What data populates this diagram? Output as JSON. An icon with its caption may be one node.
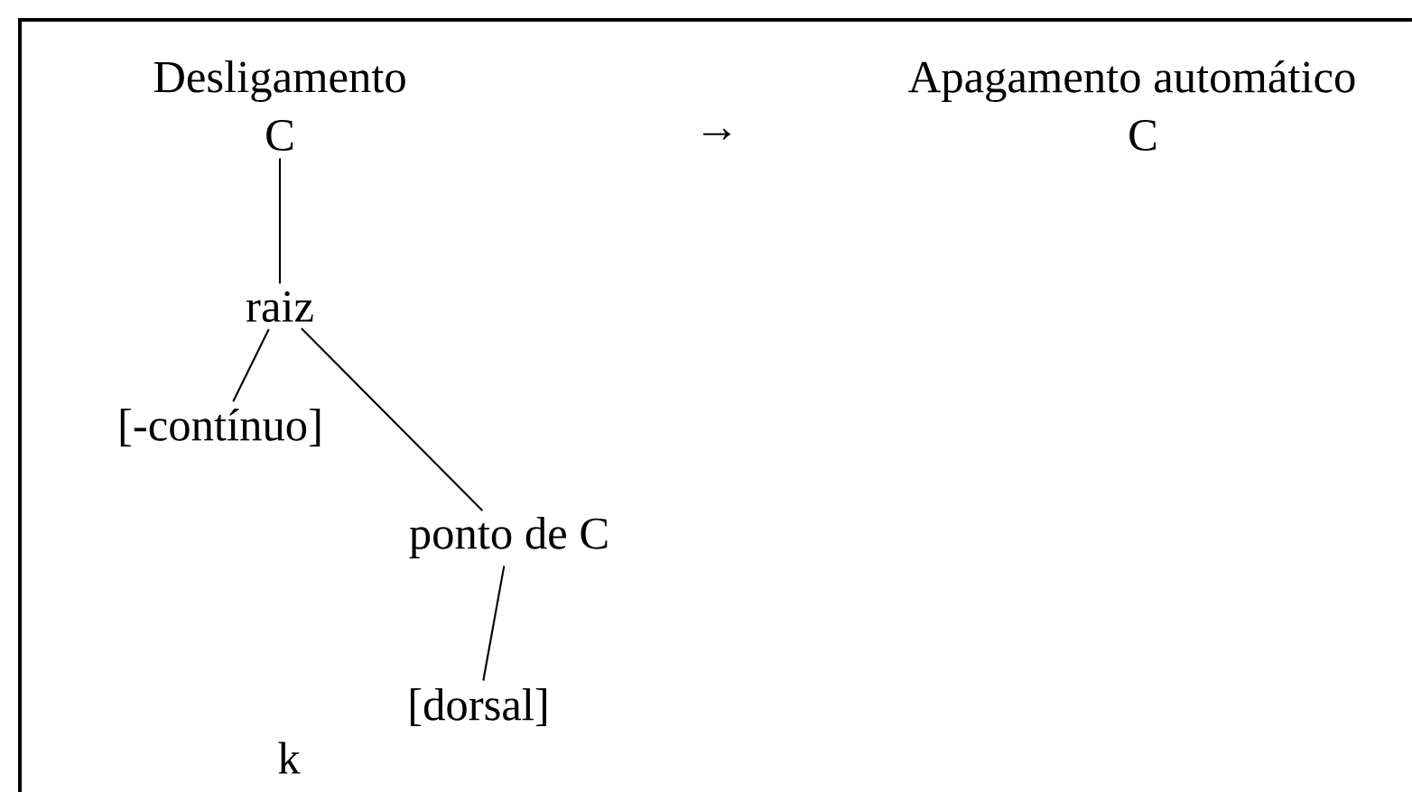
{
  "diagram": {
    "nodes": [
      {
        "text": [
          "C"
        ]
      },
      {
        "text": [
          "raiz"
        ]
      },
      {
        "text": [
          "[-contínuo]"
        ]
      },
      {
        "text": [
          "ponto de C"
        ]
      },
      {
        "text": [
          "[dorsal]"
        ]
      }
    ],
    "edges": [
      {
        "from": 0,
        "to": 1,
        "arrow": "none"
      },
      {
        "from": 1,
        "to": 2,
        "arrow": "none"
      },
      {
        "from": 1,
        "to": 3,
        "arrow": "none"
      },
      {
        "from": 3,
        "to": 4,
        "arrow": "none"
      }
    ],
    "labels": [
      "Desligamento",
      "→",
      "Apagamento automático",
      "C",
      "k"
    ]
  }
}
